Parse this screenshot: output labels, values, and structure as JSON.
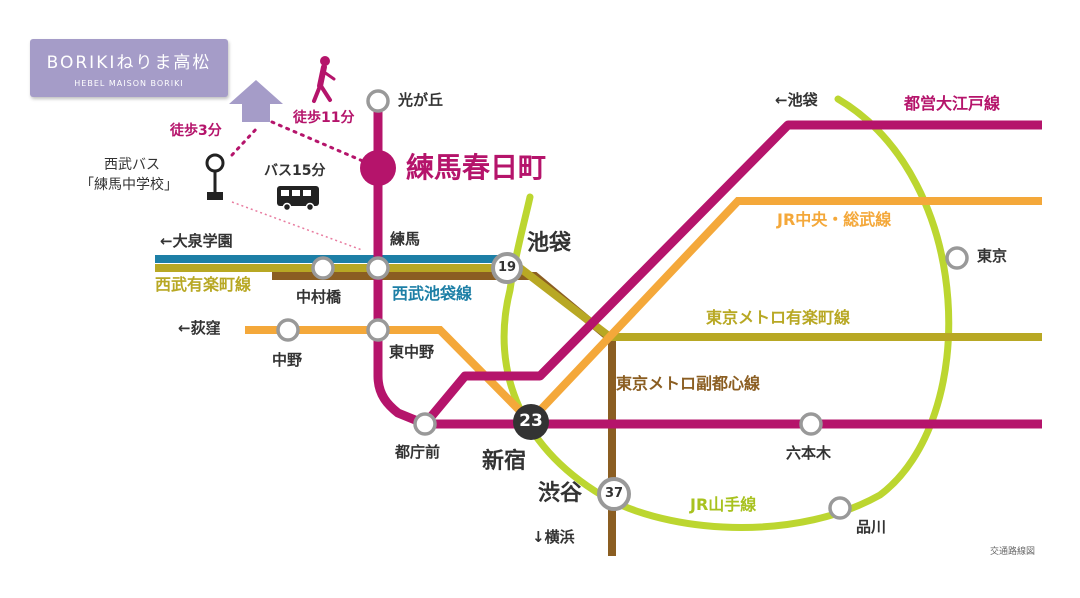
{
  "property": {
    "name": "BORIKIねりま高松",
    "subname": "HEBEL MAISON BORIKI"
  },
  "access": {
    "walk_to_station": "徒歩11分",
    "walk_to_bus_stop": "徒歩3分",
    "bus_ride": "バス15分",
    "bus_stop_line1": "西武バス",
    "bus_stop_line2": "「練馬中学校」"
  },
  "main_station": "練馬春日町",
  "lines": {
    "oedo": "都営大江戸線",
    "chuo_sobu": "JR中央・総武線",
    "yurakucho_metro": "東京メトロ有楽町線",
    "fukutoshin": "東京メトロ副都心線",
    "yamanote": "JR山手線",
    "seibu_ikebukuro": "西武池袋線",
    "seibu_yurakucho": "西武有楽町線"
  },
  "directions": {
    "oizumi": "←大泉学園",
    "ogikubo": "←荻窪",
    "ikebukuro_oedo": "←池袋",
    "yokohama": "↓横浜"
  },
  "stations": {
    "hikarigaoka": "光が丘",
    "nerima": "練馬",
    "nakamurabashi": "中村橋",
    "ikebukuro": "池袋",
    "nakano": "中野",
    "higashinakano": "東中野",
    "tochomae": "都庁前",
    "shinjuku": "新宿",
    "shibuya": "渋谷",
    "roppongi": "六本木",
    "shinagawa": "品川",
    "tokyo": "東京"
  },
  "times": {
    "ikebukuro": "19",
    "shinjuku": "23",
    "shibuya": "37"
  },
  "caption": "交通路線図",
  "colors": {
    "oedo": "#b5146b",
    "chuo": "#f4a83a",
    "yurakucho": "#b8a824",
    "fukutoshin": "#8b5e22",
    "yamanote": "#bcd630",
    "seibu_ikebukuro": "#1d7fa6",
    "seibu_yurakucho": "#6e4d23",
    "logo": "#a59cc8"
  }
}
